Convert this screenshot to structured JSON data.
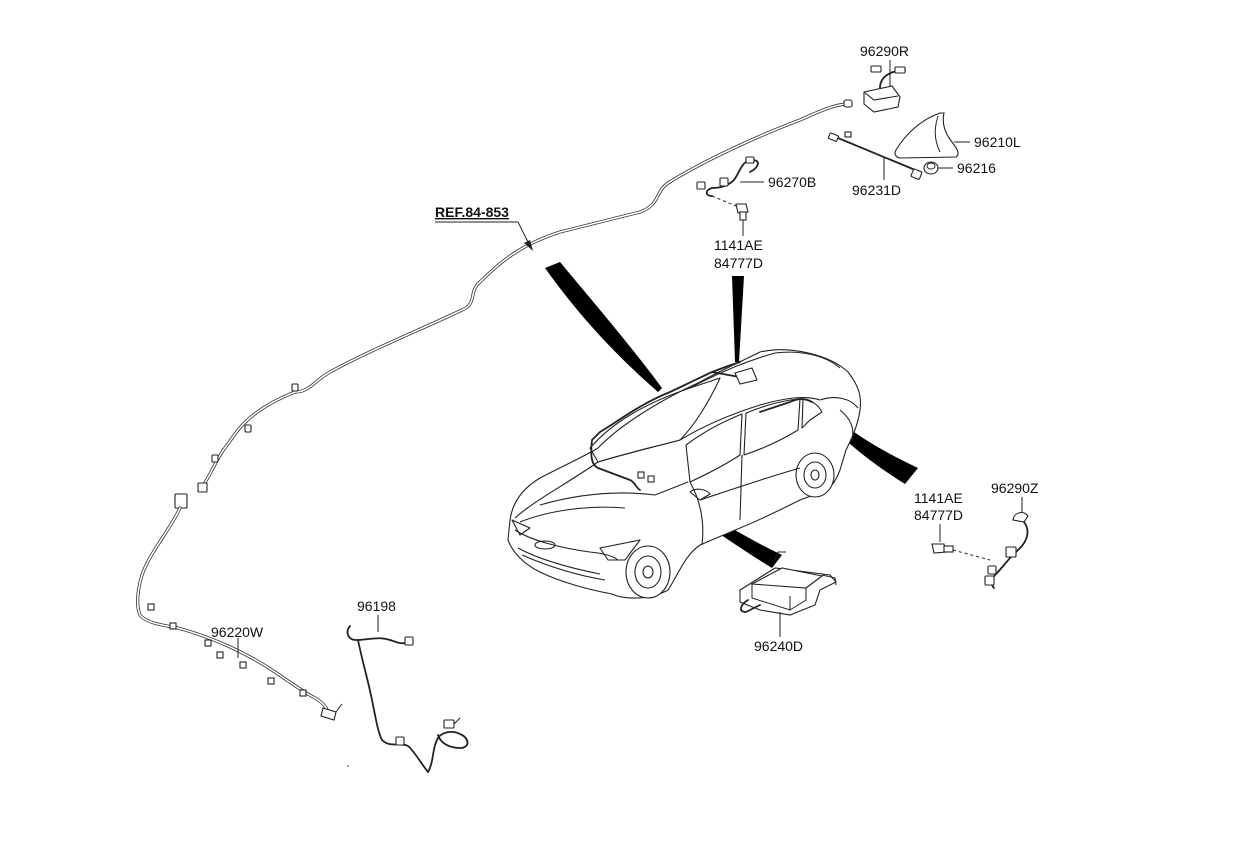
{
  "labels": {
    "p96290R": "96290R",
    "p96210L": "96210L",
    "p96216": "96216",
    "p96231D": "96231D",
    "p96270B": "96270B",
    "ref": "REF.84-853",
    "p1141AE_top": "1141AE",
    "p84777D_top": "84777D",
    "p1141AE_right": "1141AE",
    "p84777D_right": "84777D",
    "p96290Z": "96290Z",
    "p96240D": "96240D",
    "p96198": "96198",
    "p96220W": "96220W"
  },
  "colors": {
    "line": "#222222",
    "background": "#ffffff",
    "pointer": "#000000"
  }
}
